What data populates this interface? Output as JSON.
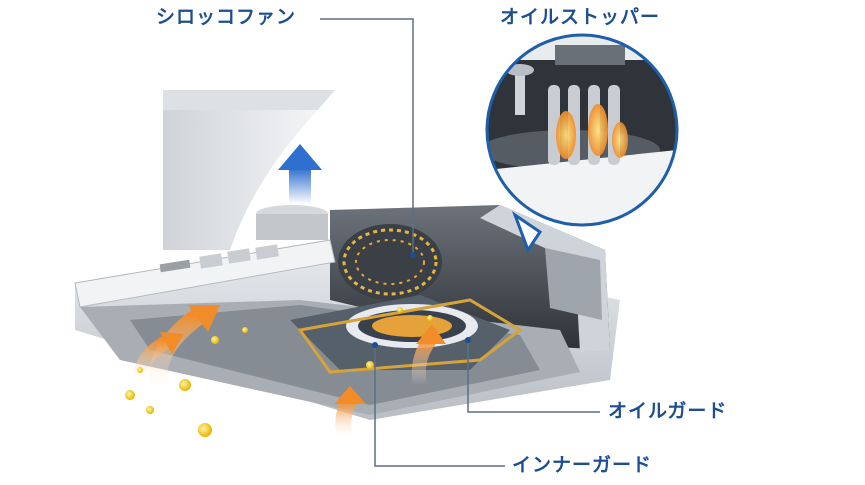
{
  "labels": {
    "sirocco_fan": "シロッコファン",
    "oil_stopper": "オイルストッパー",
    "oil_guard": "オイルガード",
    "inner_guard": "インナーガード"
  },
  "colors": {
    "label_text": "#1d4e8f",
    "callout_line": "#5b6f86",
    "airflow_up": "#2f6fcf",
    "airflow_in": "#f28c28",
    "grease_dots": "#f2c200",
    "zoom_ring": "#1f5faa"
  },
  "icons": {
    "exhaust_arrow": "arrow-up-icon",
    "intake_arrows": "curved-arrow-icon",
    "grease_particles": "dot-icon"
  }
}
